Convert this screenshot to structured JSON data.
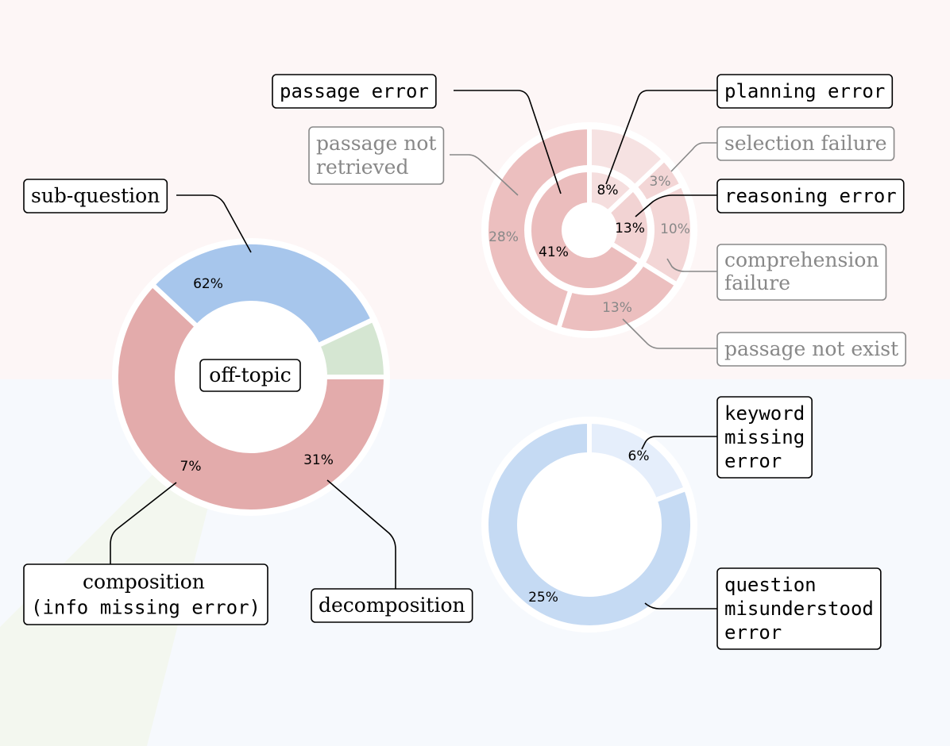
{
  "chart_data": [
    {
      "type": "pie",
      "variant": "donut",
      "center_label": "off-topic",
      "slices": [
        {
          "label": "sub-question",
          "value": 62,
          "display": "62%",
          "color": "#e3abab"
        },
        {
          "label": "decomposition",
          "value": 31,
          "display": "31%",
          "color": "#a7c6ec"
        },
        {
          "label": "composition\n(info missing error)",
          "value": 7,
          "display": "7%",
          "color": "#d5e6d2"
        }
      ]
    },
    {
      "type": "pie",
      "variant": "nested-donut",
      "inner_ring": [
        {
          "label": "planning error",
          "value": 8,
          "display": "8%",
          "color": "#f5dede"
        },
        {
          "label": "reasoning error",
          "value": 13,
          "display": "13%",
          "color": "#f2d3d3"
        },
        {
          "label": "passage error",
          "value": 41,
          "display": "41%",
          "color": "#ebbdbd"
        }
      ],
      "outer_ring": [
        {
          "label": "",
          "value": 8,
          "display": "",
          "color": "#f6e2e2"
        },
        {
          "label": "selection failure",
          "value": 3,
          "display": "3%",
          "color": "#f3d6d6"
        },
        {
          "label": "comprehension\nfailure",
          "value": 10,
          "display": "10%",
          "color": "#f3d6d6"
        },
        {
          "label": "passage not exist",
          "value": 13,
          "display": "13%",
          "color": "#ecbfbf"
        },
        {
          "label": "passage not\nretrieved",
          "value": 28,
          "display": "28%",
          "color": "#ecbfbf"
        }
      ]
    },
    {
      "type": "pie",
      "variant": "donut",
      "slices": [
        {
          "label": "keyword\nmissing\nerror",
          "value": 6,
          "display": "6%",
          "color": "#e5eefb"
        },
        {
          "label": "question\nmisunderstood\nerror",
          "value": 25,
          "display": "25%",
          "color": "#c5daf3"
        }
      ]
    }
  ],
  "colors": {
    "top_background": "#fdf6f6",
    "bottom_background": "#f6f9fd",
    "beam": "#f3f7ef",
    "separator": "#ffffff",
    "dark_text": "#000000",
    "muted_text": "#888888"
  }
}
